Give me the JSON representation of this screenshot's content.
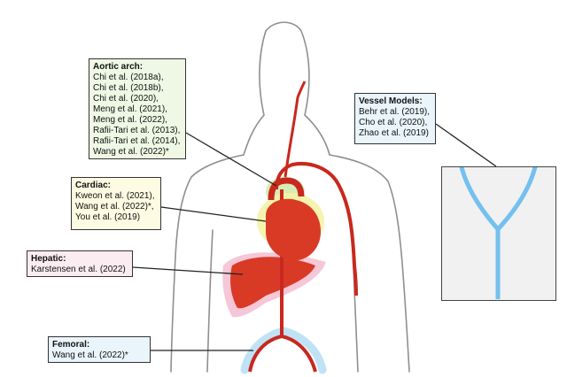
{
  "aortic_arch": {
    "title": "Aortic arch:",
    "refs": [
      "Chi et al. (2018a),",
      "Chi et al. (2018b),",
      "Chi et al. (2020),",
      "Meng et al. (2021),",
      "Meng et al. (2022),",
      "Rafii-Tari et al. (2013),",
      "Rafii-Tari et al. (2014),",
      "Wang et al. (2022)*"
    ]
  },
  "cardiac": {
    "title": "Cardiac:",
    "refs": [
      "Kweon et al. (2021),",
      "Wang et al. (2022)*,",
      "You et al. (2019)"
    ]
  },
  "hepatic": {
    "title": "Hepatic:",
    "refs": [
      "Karstensen et al. (2022)"
    ]
  },
  "femoral": {
    "title": "Femoral:",
    "refs": [
      "Wang et al. (2022)*"
    ]
  },
  "vessel_models": {
    "title": "Vessel Models:",
    "refs": [
      "Behr et al. (2019),",
      "Cho et al. (2020),",
      "Zhao et al. (2019)"
    ]
  },
  "colors": {
    "vessel": "#c8281e",
    "organ": "#d93a26",
    "aortic_glow": "#cfe9a8",
    "cardiac_glow": "#f3f3a6",
    "hepatic_glow": "#f4c1d3",
    "femoral_glow": "#bfe3f5",
    "model_vessel": "#74c0ef",
    "outline": "#8f8f8f"
  }
}
